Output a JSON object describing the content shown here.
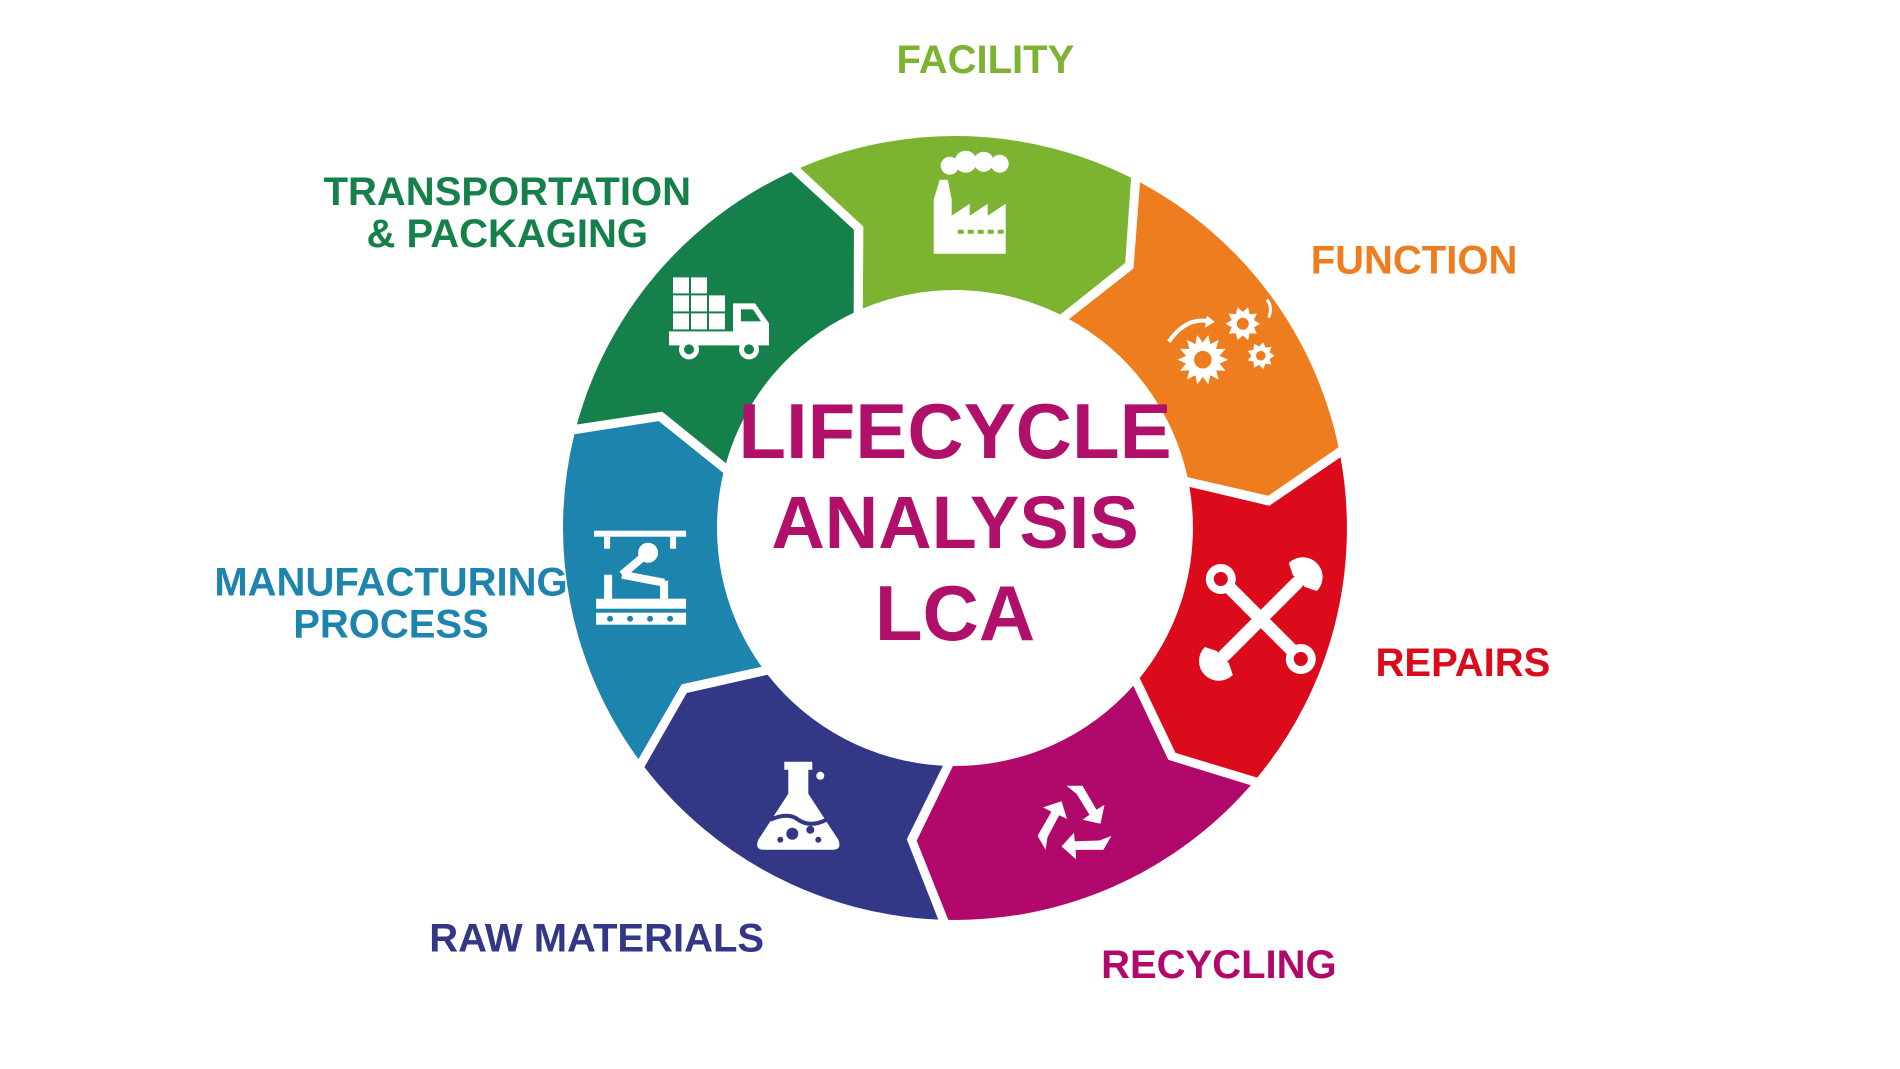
{
  "diagram": {
    "title_lines": [
      "LIFECYCLE",
      "ANALYSIS",
      "LCA"
    ],
    "title_color": "#b0106a",
    "stages": [
      {
        "key": "facility",
        "label_lines": [
          "FACILITY"
        ],
        "color": "#7cb331",
        "icon": "factory-icon"
      },
      {
        "key": "function",
        "label_lines": [
          "FUNCTION"
        ],
        "color": "#ed7d1f",
        "icon": "gears-icon"
      },
      {
        "key": "repairs",
        "label_lines": [
          "REPAIRS"
        ],
        "color": "#dc0b1c",
        "icon": "wrench-icon"
      },
      {
        "key": "recycling",
        "label_lines": [
          "RECYCLING"
        ],
        "color": "#b1096b",
        "icon": "recycle-icon"
      },
      {
        "key": "raw-materials",
        "label_lines": [
          "RAW MATERIALS"
        ],
        "color": "#323886",
        "icon": "flask-icon"
      },
      {
        "key": "manufacturing-process",
        "label_lines": [
          "MANUFACTURING",
          "PROCESS"
        ],
        "color": "#1d84ae",
        "icon": "robot-arm-icon"
      },
      {
        "key": "transportation-packaging",
        "label_lines": [
          "TRANSPORTATION",
          "& PACKAGING"
        ],
        "color": "#16804b",
        "icon": "truck-icon"
      }
    ]
  }
}
